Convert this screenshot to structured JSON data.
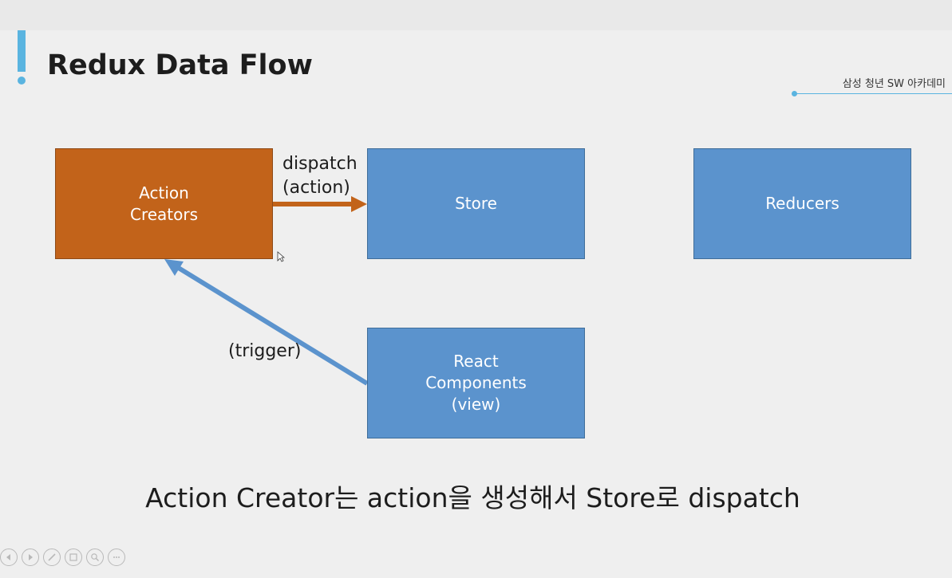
{
  "slide": {
    "title": "Redux Data Flow",
    "organization": "삼성 청년 SW 아카데미",
    "caption": "Action Creator는 action을 생성해서 Store로 dispatch"
  },
  "diagram": {
    "nodes": {
      "action_creators": "Action\nCreators",
      "store": "Store",
      "reducers": "Reducers",
      "react_components": "React\nComponents\n(view)"
    },
    "edges": {
      "dispatch": "dispatch\n(action)",
      "trigger": "(trigger)"
    }
  },
  "colors": {
    "accent": "#5ab4e0",
    "action_creators": "#c2631a",
    "node_blue": "#5b93cd",
    "dispatch_arrow": "#c2631a",
    "trigger_arrow": "#5b93cd"
  },
  "toolbar": {
    "icons": [
      "prev-icon",
      "next-icon",
      "pen-icon",
      "slides-icon",
      "zoom-icon",
      "more-icon"
    ]
  }
}
